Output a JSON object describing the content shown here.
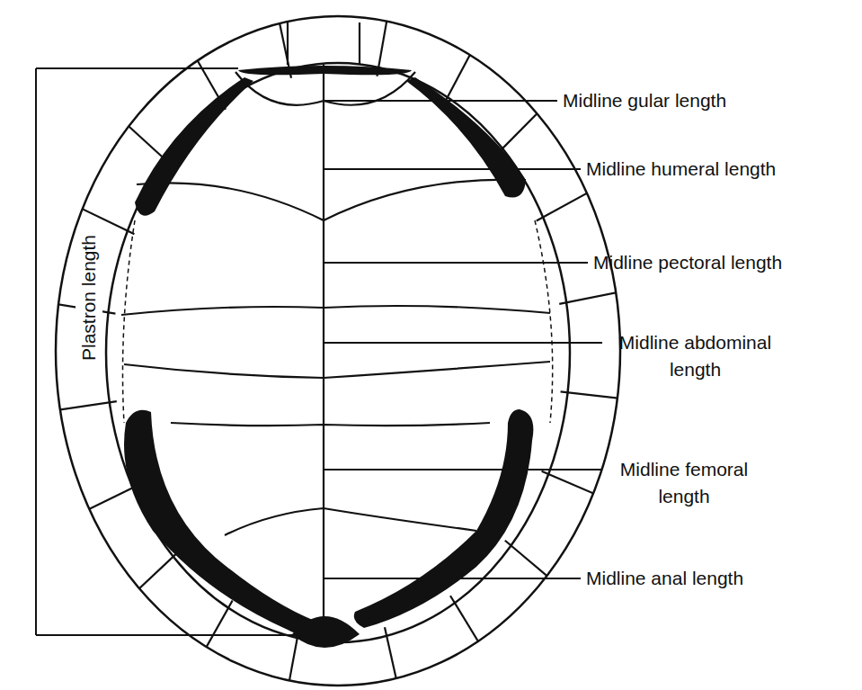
{
  "diagram": {
    "labels": [
      "Plastron length",
      "Midline gular length",
      "Midline humeral length",
      "Midline pectoral length",
      "Midline abdominal length",
      "Midline femoral length",
      "Midline anal length"
    ]
  }
}
